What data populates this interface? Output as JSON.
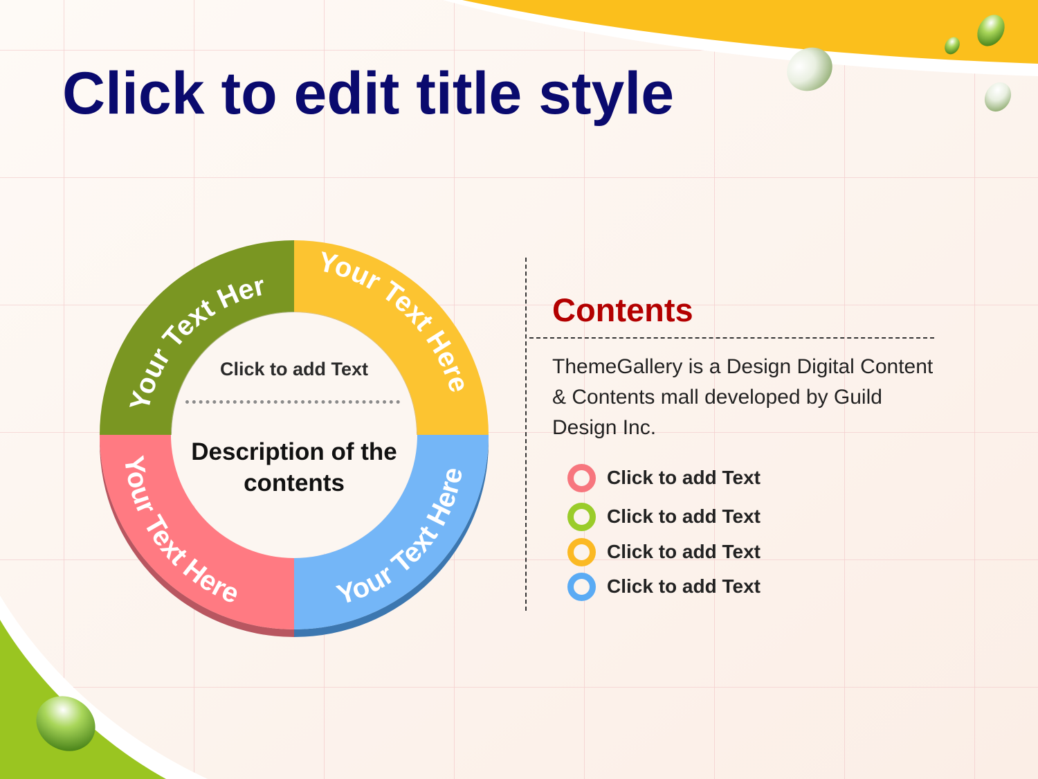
{
  "slide": {
    "title": "Click to edit title style"
  },
  "diagram": {
    "segments": [
      {
        "label": "Your Text Here",
        "color": "#7a9622"
      },
      {
        "label": "Your Text Here",
        "color": "#fcc431"
      },
      {
        "label": "Your Text Here",
        "color": "#ff7a82"
      },
      {
        "label": "Your Text Here",
        "color": "#74b6f7"
      }
    ],
    "center_text": "Click to add Text",
    "center_description": "Description of the contents"
  },
  "contents": {
    "heading": "Contents",
    "body": "ThemeGallery  is a Design Digital Content & Contents mall developed by Guild Design Inc.",
    "bullets": [
      {
        "label": "Click to add Text",
        "color": "#f7767e"
      },
      {
        "label": "Click to add Text",
        "color": "#9acc2a"
      },
      {
        "label": "Click to add Text",
        "color": "#fbb923"
      },
      {
        "label": "Click to add Text",
        "color": "#5aabf4"
      }
    ]
  },
  "theme": {
    "title_color": "#0a0a6e",
    "heading_color": "#b30000",
    "accent_yellow": "#fbbf1c",
    "accent_green": "#9ac521"
  }
}
